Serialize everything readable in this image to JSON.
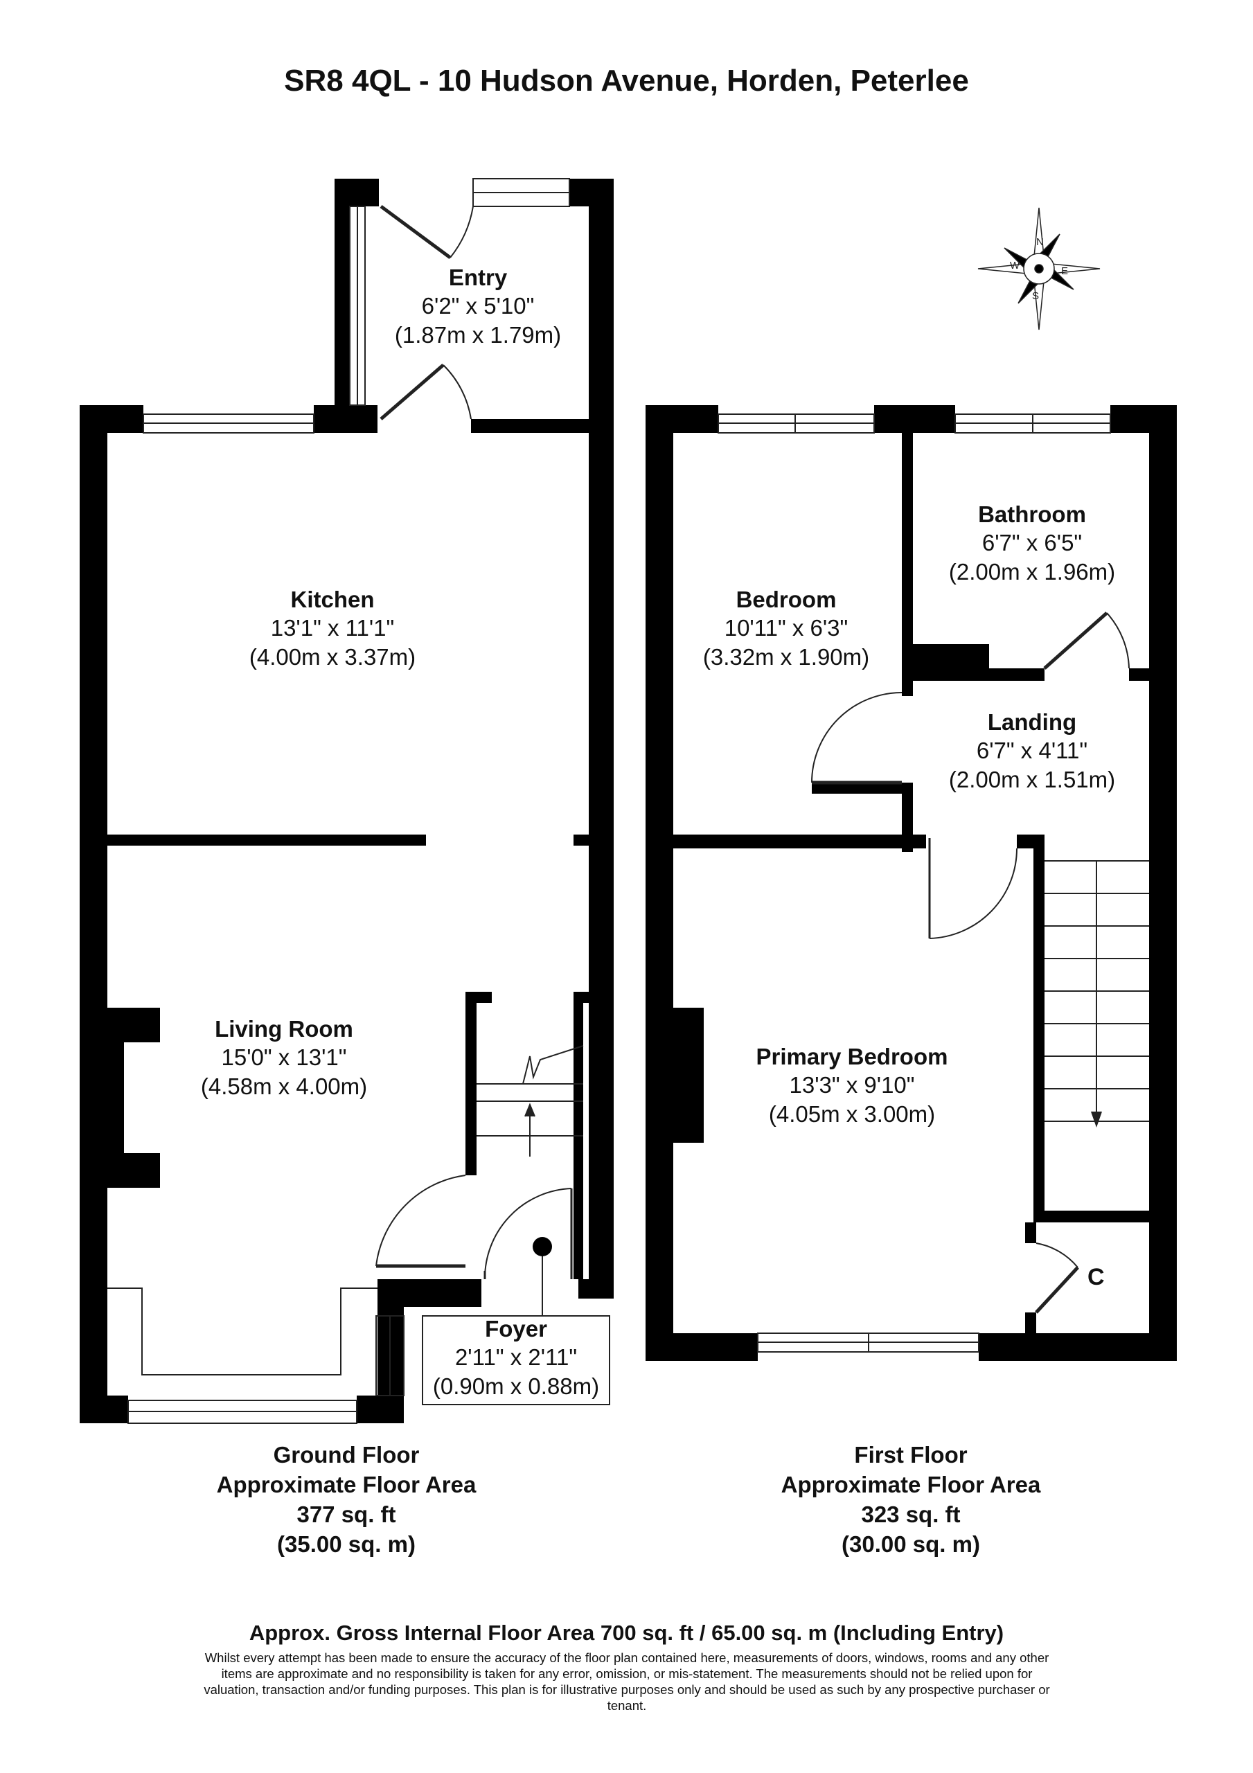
{
  "title": "SR8 4QL - 10 Hudson Avenue, Horden, Peterlee",
  "rooms": {
    "entry": {
      "name": "Entry",
      "dims_imperial": "6'2\" x 5'10\"",
      "dims_metric": "(1.87m x 1.79m)"
    },
    "kitchen": {
      "name": "Kitchen",
      "dims_imperial": "13'1\" x 11'1\"",
      "dims_metric": "(4.00m x 3.37m)"
    },
    "living": {
      "name": "Living Room",
      "dims_imperial": "15'0\" x 13'1\"",
      "dims_metric": "(4.58m x 4.00m)"
    },
    "foyer": {
      "name": "Foyer",
      "dims_imperial": "2'11\" x 2'11\"",
      "dims_metric": "(0.90m x 0.88m)"
    },
    "bedroom": {
      "name": "Bedroom",
      "dims_imperial": "10'11\" x 6'3\"",
      "dims_metric": "(3.32m x 1.90m)"
    },
    "bathroom": {
      "name": "Bathroom",
      "dims_imperial": "6'7\" x 6'5\"",
      "dims_metric": "(2.00m x 1.96m)"
    },
    "landing": {
      "name": "Landing",
      "dims_imperial": "6'7\" x 4'11\"",
      "dims_metric": "(2.00m x 1.51m)"
    },
    "primary": {
      "name": "Primary Bedroom",
      "dims_imperial": "13'3\" x 9'10\"",
      "dims_metric": "(4.05m x 3.00m)"
    }
  },
  "closet_label": "C",
  "compass": {
    "n": "N",
    "e": "E",
    "s": "S",
    "w": "W"
  },
  "ground_floor": {
    "line1": "Ground Floor",
    "line2": "Approximate Floor Area",
    "sqft": "377 sq. ft",
    "sqm": "(35.00 sq. m)"
  },
  "first_floor": {
    "line1": "First Floor",
    "line2": "Approximate Floor Area",
    "sqft": "323 sq. ft",
    "sqm": "(30.00 sq. m)"
  },
  "gross_area": "Approx. Gross Internal Floor Area 700 sq. ft / 65.00 sq. m (Including Entry)",
  "disclaimer": "Whilst every attempt has been made to ensure the accuracy of the floor plan contained here, measurements of doors, windows, rooms and any other items are approximate and no responsibility is taken for any error, omission, or mis-statement. The measurements should not be relied upon for valuation, transaction and/or funding purposes. This plan is for illustrative purposes only and should be used as such by any prospective purchaser or tenant.",
  "colors": {
    "wall": "#000000",
    "background": "#ffffff",
    "line": "#222222"
  }
}
